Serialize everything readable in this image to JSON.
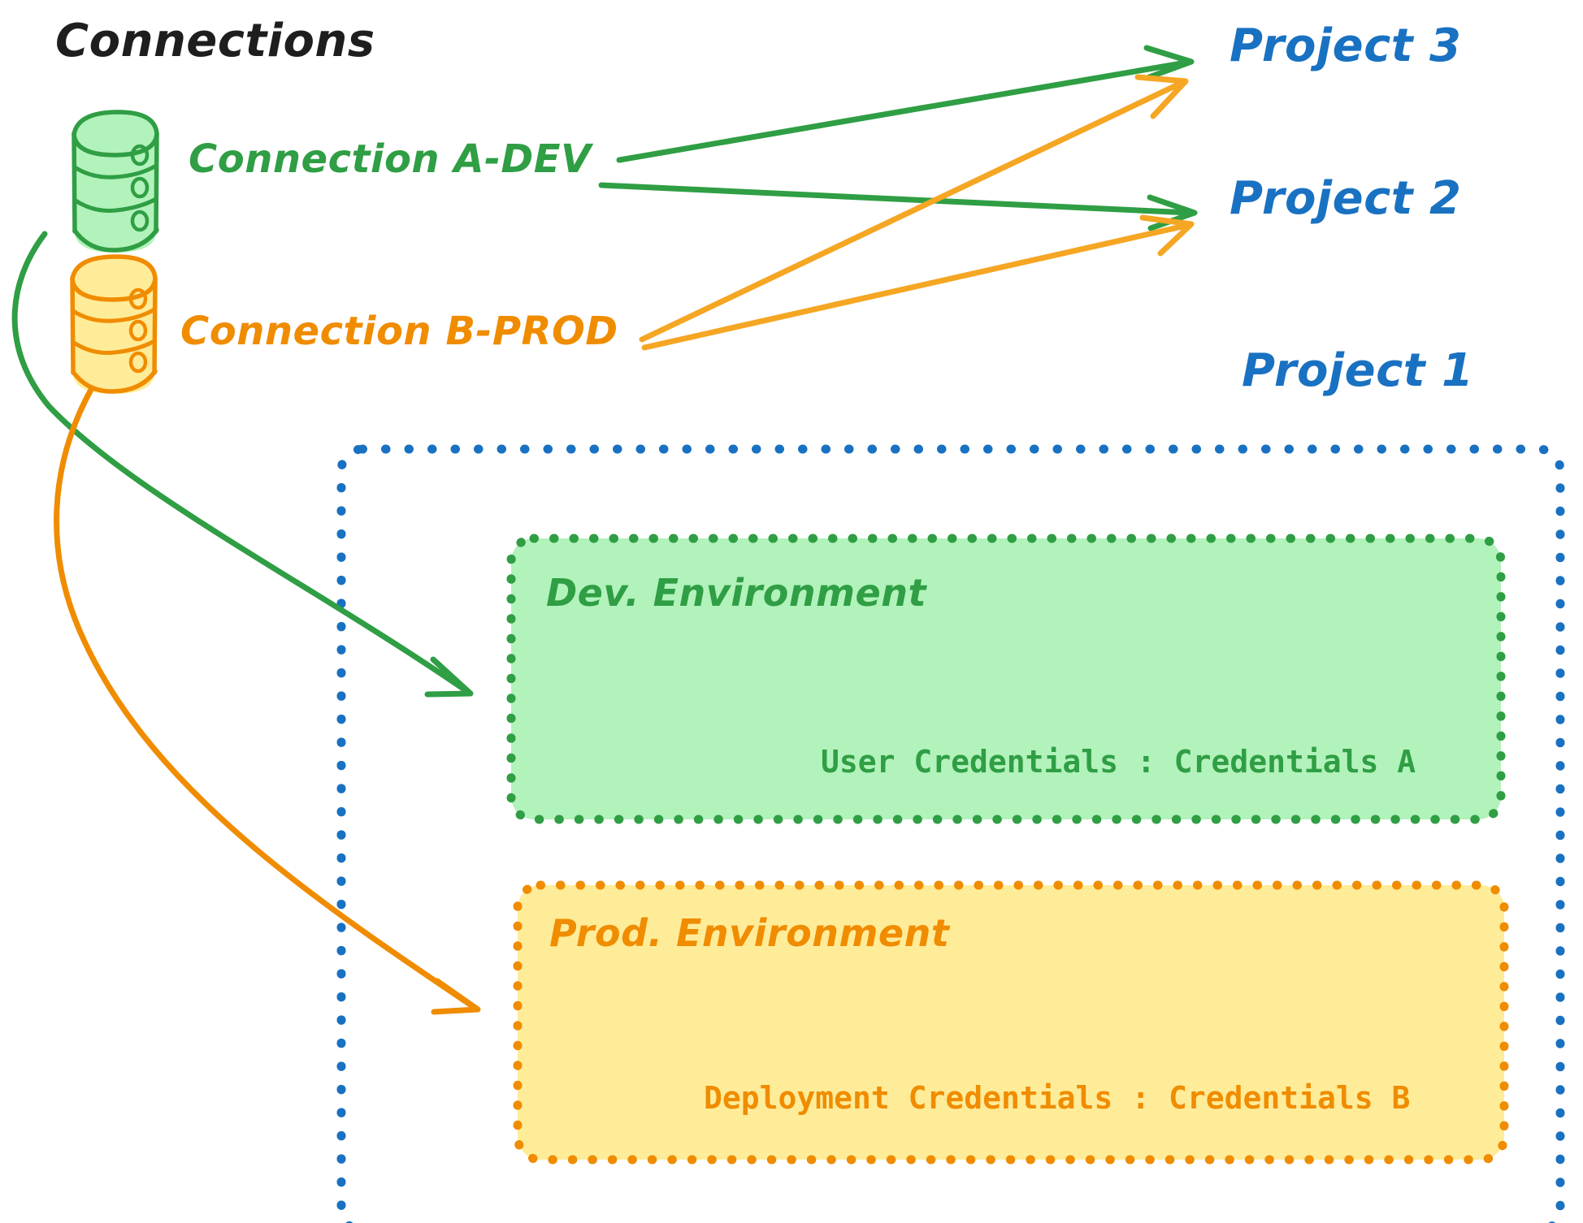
{
  "diagram": {
    "title": "Connections",
    "title_color": "#1e1e1e",
    "colors": {
      "green_stroke": "#2f9e44",
      "green_fill": "#b2f2bb",
      "orange_stroke": "#f08c00",
      "orange_fill": "#ffec99",
      "blue_stroke": "#1971c2",
      "black": "#1e1e1e"
    },
    "connections": [
      {
        "id": "connection-a-dev",
        "label": "Connection A-DEV",
        "color": "#2f9e44",
        "fill": "#b2f2bb",
        "icon": "database-icon"
      },
      {
        "id": "connection-b-prod",
        "label": "Connection B-PROD",
        "color": "#f08c00",
        "fill": "#ffec99",
        "icon": "database-icon"
      }
    ],
    "projects": [
      {
        "id": "project-3",
        "label": "Project 3",
        "color": "#1971c2"
      },
      {
        "id": "project-2",
        "label": "Project 2",
        "color": "#1971c2"
      },
      {
        "id": "project-1",
        "label": "Project 1",
        "color": "#1971c2"
      }
    ],
    "environments": [
      {
        "id": "dev-environment",
        "title": "Dev. Environment",
        "credential_line": "User Credentials : Credentials A",
        "credential_key": "User Credentials",
        "credential_value": "Credentials A",
        "stroke": "#2f9e44",
        "fill": "#b2f2bb"
      },
      {
        "id": "prod-environment",
        "title": "Prod. Environment",
        "credential_line": "Deployment Credentials : Credentials B",
        "credential_key": "Deployment Credentials",
        "credential_value": "Credentials B",
        "stroke": "#f08c00",
        "fill": "#ffec99"
      }
    ],
    "edges": [
      {
        "id": "edge-a-dev-to-project-3",
        "from": "connection-a-dev",
        "to": "project-3",
        "color": "#2f9e44"
      },
      {
        "id": "edge-a-dev-to-project-2",
        "from": "connection-a-dev",
        "to": "project-2",
        "color": "#2f9e44"
      },
      {
        "id": "edge-b-prod-to-project-3",
        "from": "connection-b-prod",
        "to": "project-3",
        "color": "#f5a623"
      },
      {
        "id": "edge-b-prod-to-project-2",
        "from": "connection-b-prod",
        "to": "project-2",
        "color": "#f5a623"
      },
      {
        "id": "edge-a-dev-to-dev-environment",
        "from": "connection-a-dev",
        "to": "dev-environment",
        "color": "#2f9e44"
      },
      {
        "id": "edge-b-prod-to-prod-environment",
        "from": "connection-b-prod",
        "to": "prod-environment",
        "color": "#f08c00"
      }
    ]
  }
}
